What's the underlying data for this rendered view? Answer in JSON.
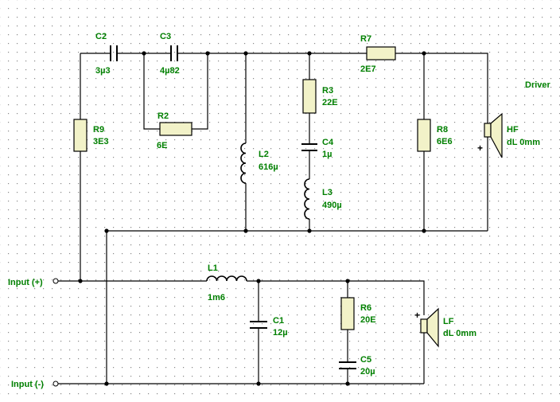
{
  "diagram": {
    "title": "Driver",
    "inputs": {
      "plus": "Input (+)",
      "minus": "Input (-)"
    },
    "components": {
      "C1": {
        "ref": "C1",
        "value": "12µ"
      },
      "C2": {
        "ref": "C2",
        "value": "3µ3"
      },
      "C3": {
        "ref": "C3",
        "value": "4µ82"
      },
      "C4": {
        "ref": "C4",
        "value": "1µ"
      },
      "C5": {
        "ref": "C5",
        "value": "20µ"
      },
      "L1": {
        "ref": "L1",
        "value": "1m6"
      },
      "L2": {
        "ref": "L2",
        "value": "616µ"
      },
      "L3": {
        "ref": "L3",
        "value": "490µ"
      },
      "R2": {
        "ref": "R2",
        "value": "6E"
      },
      "R3": {
        "ref": "R3",
        "value": "22E"
      },
      "R6": {
        "ref": "R6",
        "value": "20E"
      },
      "R7": {
        "ref": "R7",
        "value": "2E7"
      },
      "R8": {
        "ref": "R8",
        "value": "6E6"
      },
      "R9": {
        "ref": "R9",
        "value": "3E3"
      }
    },
    "drivers": {
      "HF": {
        "name": "HF",
        "offset": "dL 0mm",
        "polarity": "+"
      },
      "LF": {
        "name": "LF",
        "offset": "dL 0mm",
        "polarity": "+"
      }
    }
  }
}
